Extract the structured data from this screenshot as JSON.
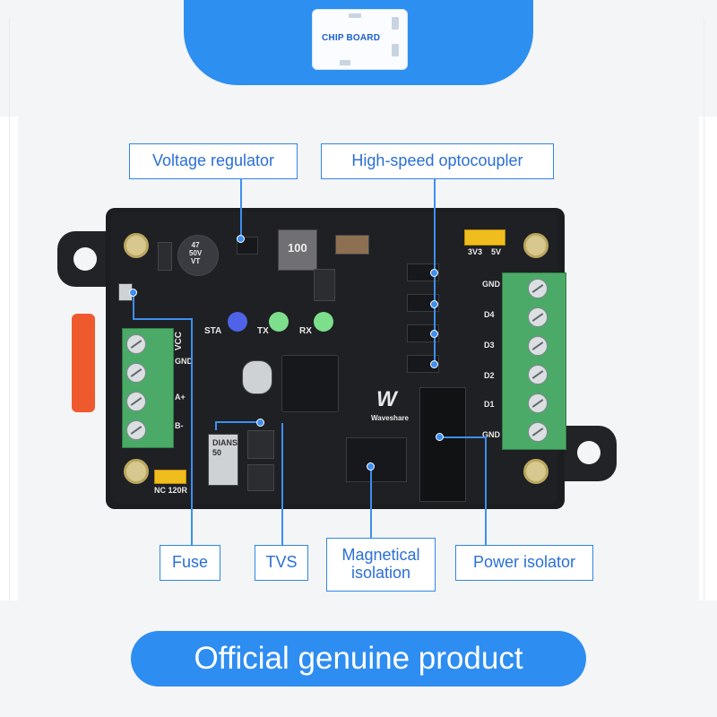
{
  "logo": {
    "text": "CHIP BOARD"
  },
  "callouts": {
    "voltage_regulator": "Voltage regulator",
    "optocoupler": "High-speed optocoupler",
    "fuse": "Fuse",
    "tvs": "TVS",
    "magnetic_line1": "Magnetical",
    "magnetic_line2": "isolation",
    "power_isolator": "Power isolator"
  },
  "board_labels": {
    "jumper_voltages": [
      "3V3",
      "5V"
    ],
    "left_pins": [
      "VCC",
      "GND",
      "A+",
      "B-"
    ],
    "right_pins": [
      "GND",
      "D4",
      "D3",
      "D2",
      "D1",
      "GND"
    ],
    "leds": [
      "STA",
      "TX",
      "RX"
    ],
    "jumper_resistor": "NC 120R",
    "brand": "Waveshare",
    "inductor": "100",
    "capacitor_lines": [
      "47",
      "50V",
      "VT"
    ],
    "fuse_mark_lines": [
      "DIANS",
      "50"
    ]
  },
  "banner": {
    "text": "Official genuine product"
  },
  "colors": {
    "accent": "#2e8df1",
    "board": "#1f2024",
    "terminal": "#4caa68",
    "jumper": "#f0bd1e",
    "led_sta": "#4f63e8",
    "led_tx": "#7ddf8c",
    "led_rx": "#7ddf8c",
    "clip": "#ee5a2e"
  }
}
